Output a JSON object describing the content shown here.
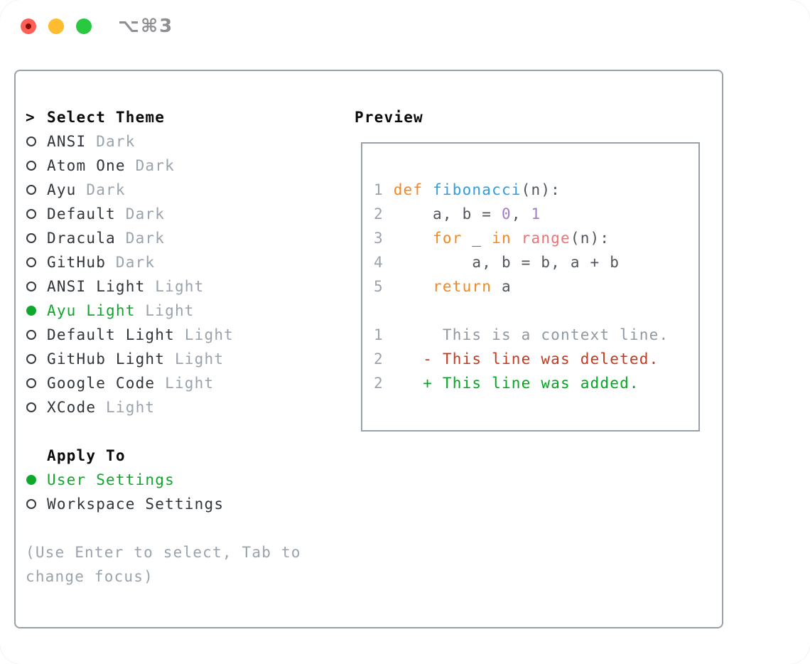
{
  "window": {
    "title": "⌥⌘3",
    "buttons": {
      "close": "close",
      "minimize": "minimize",
      "zoom": "zoom"
    }
  },
  "colors": {
    "text": "#2f353b",
    "muted": "#9aa3ad",
    "header": "#0a0a0a",
    "green": "#0fa72c",
    "border": "#9aa0a8",
    "title": "#8d8f93",
    "plain": "#4f565e",
    "num": "#9aa3ad",
    "kw": "#f6871f",
    "fn": "#2f9de4",
    "lit": "#a37acc",
    "call": "#f07171",
    "ctx": "#8f99a3",
    "del": "#c5391f",
    "add": "#00a81f",
    "light_red": "#ff5f57",
    "light_red_dot": "#870d02",
    "light_yellow": "#febc2e",
    "light_green": "#28c840"
  },
  "theme_list": {
    "prompt": ">",
    "header": "Select Theme",
    "items": [
      {
        "name": "ANSI",
        "variant": "Dark",
        "selected": false
      },
      {
        "name": "Atom One",
        "variant": "Dark",
        "selected": false
      },
      {
        "name": "Ayu",
        "variant": "Dark",
        "selected": false
      },
      {
        "name": "Default",
        "variant": "Dark",
        "selected": false
      },
      {
        "name": "Dracula",
        "variant": "Dark",
        "selected": false
      },
      {
        "name": "GitHub",
        "variant": "Dark",
        "selected": false
      },
      {
        "name": "ANSI Light",
        "variant": "Light",
        "selected": false
      },
      {
        "name": "Ayu Light",
        "variant": "Light",
        "selected": true
      },
      {
        "name": "Default Light",
        "variant": "Light",
        "selected": false
      },
      {
        "name": "GitHub Light",
        "variant": "Light",
        "selected": false
      },
      {
        "name": "Google Code",
        "variant": "Light",
        "selected": false
      },
      {
        "name": "XCode",
        "variant": "Light",
        "selected": false
      }
    ]
  },
  "apply_to": {
    "header": "Apply To",
    "options": [
      {
        "name": "User Settings",
        "selected": true
      },
      {
        "name": "Workspace Settings",
        "selected": false
      }
    ]
  },
  "hint": {
    "line1": "(Use Enter to select, Tab to",
    "line2": "change focus)"
  },
  "preview": {
    "header": "Preview",
    "rows": [
      [
        [
          "num",
          "1"
        ],
        [
          "plain",
          " "
        ],
        [
          "kw",
          "def"
        ],
        [
          "plain",
          " "
        ],
        [
          "fn",
          "fibonacci"
        ],
        [
          "plain",
          "(n):"
        ]
      ],
      [
        [
          "num",
          "2"
        ],
        [
          "plain",
          "     a, b = "
        ],
        [
          "lit",
          "0"
        ],
        [
          "plain",
          ", "
        ],
        [
          "lit",
          "1"
        ]
      ],
      [
        [
          "num",
          "3"
        ],
        [
          "plain",
          "     "
        ],
        [
          "kw",
          "for"
        ],
        [
          "plain",
          " _ "
        ],
        [
          "kw",
          "in"
        ],
        [
          "plain",
          " "
        ],
        [
          "call",
          "range"
        ],
        [
          "plain",
          "(n):"
        ]
      ],
      [
        [
          "num",
          "4"
        ],
        [
          "plain",
          "         a, b = b, a + b"
        ]
      ],
      [
        [
          "num",
          "5"
        ],
        [
          "plain",
          "     "
        ],
        [
          "kw",
          "return"
        ],
        [
          "plain",
          " a"
        ]
      ],
      [],
      [
        [
          "num",
          "1"
        ],
        [
          "ctx",
          "      This is a context line."
        ]
      ],
      [
        [
          "num",
          "2"
        ],
        [
          "plain",
          "    "
        ],
        [
          "del",
          "- This line was deleted."
        ]
      ],
      [
        [
          "num",
          "2"
        ],
        [
          "plain",
          "    "
        ],
        [
          "add",
          "+ This line was added."
        ]
      ]
    ]
  }
}
